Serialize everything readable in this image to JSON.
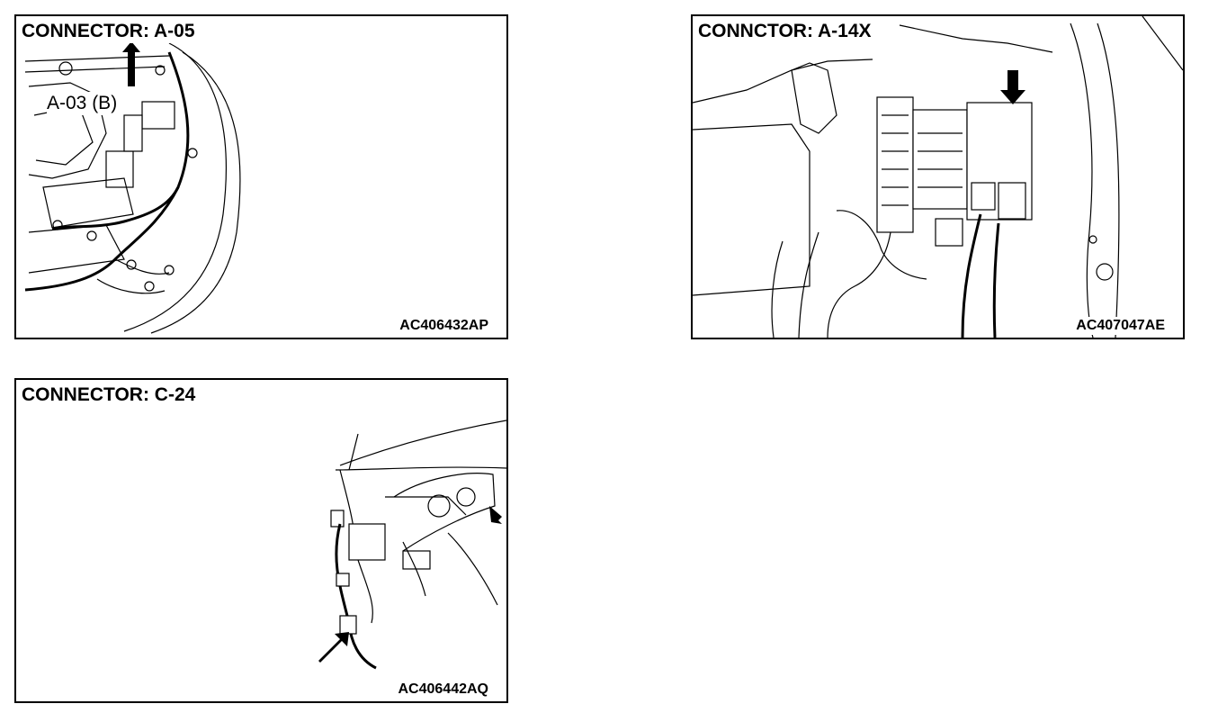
{
  "panels": {
    "a05": {
      "title": "CONNECTOR: A-05",
      "callout": "A-03 (B)",
      "code": "AC406432AP"
    },
    "a14": {
      "title": "CONNCTOR: A-14X",
      "code": "AC407047AE"
    },
    "c24": {
      "title": "CONNECTOR: C-24",
      "code": "AC406442AQ"
    }
  },
  "colors": {
    "line": "#000000",
    "background": "#ffffff"
  },
  "icons": {
    "pointer": "arrow-icon"
  }
}
